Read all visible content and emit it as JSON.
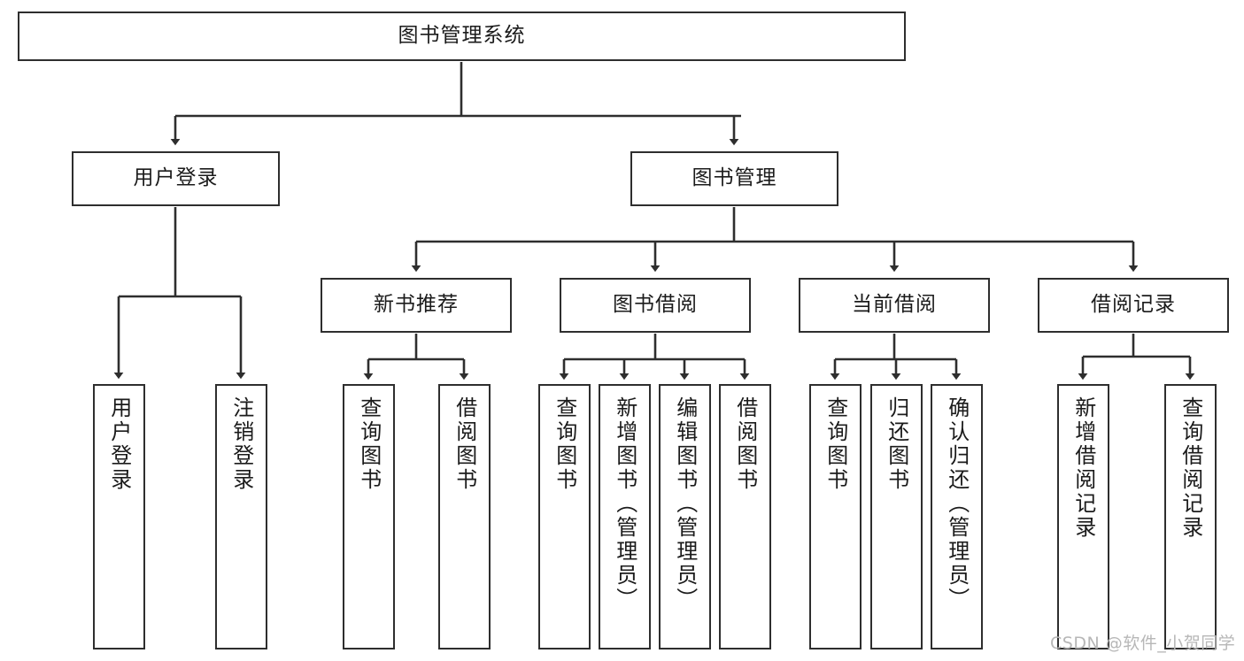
{
  "diagram": {
    "title": "图书管理系统",
    "type": "tree-hierarchy",
    "watermark": "CSDN @软件_小贺同学",
    "colors": {
      "background": "#ffffff",
      "box_border": "#2e2e2e",
      "box_fill": "#ffffff",
      "text": "#1b1b1b",
      "edge": "#2e2e2e",
      "watermark": "#b7b7b7"
    },
    "nodes": {
      "root": {
        "label": "图书管理系统",
        "level": 0,
        "orientation": "horizontal"
      },
      "l1": [
        {
          "id": "user-login",
          "label": "用户登录",
          "level": 1,
          "orientation": "horizontal"
        },
        {
          "id": "book-manage",
          "label": "图书管理",
          "level": 1,
          "orientation": "horizontal"
        }
      ],
      "l2": [
        {
          "id": "new-book-recommend",
          "label": "新书推荐",
          "level": 2,
          "orientation": "horizontal",
          "parent": "book-manage"
        },
        {
          "id": "book-borrow",
          "label": "图书借阅",
          "level": 2,
          "orientation": "horizontal",
          "parent": "book-manage"
        },
        {
          "id": "current-borrow",
          "label": "当前借阅",
          "level": 2,
          "orientation": "horizontal",
          "parent": "book-manage"
        },
        {
          "id": "borrow-record",
          "label": "借阅记录",
          "level": 2,
          "orientation": "horizontal",
          "parent": "book-manage"
        }
      ],
      "leaves": [
        {
          "id": "leaf-user-login",
          "label": "用户登录",
          "level": 2,
          "orientation": "vertical",
          "parent": "user-login"
        },
        {
          "id": "leaf-logout-login",
          "label": "注销登录",
          "level": 2,
          "orientation": "vertical",
          "parent": "user-login"
        },
        {
          "id": "leaf-query-book-1",
          "label": "查询图书",
          "level": 3,
          "orientation": "vertical",
          "parent": "new-book-recommend"
        },
        {
          "id": "leaf-borrow-book-1",
          "label": "借阅图书",
          "level": 3,
          "orientation": "vertical",
          "parent": "new-book-recommend"
        },
        {
          "id": "leaf-query-book-2",
          "label": "查询图书",
          "level": 3,
          "orientation": "vertical",
          "parent": "book-borrow"
        },
        {
          "id": "leaf-add-book",
          "label": "新增图书（管理员）",
          "level": 3,
          "orientation": "vertical",
          "parent": "book-borrow"
        },
        {
          "id": "leaf-edit-book",
          "label": "编辑图书（管理员）",
          "level": 3,
          "orientation": "vertical",
          "parent": "book-borrow"
        },
        {
          "id": "leaf-borrow-book-2",
          "label": "借阅图书",
          "level": 3,
          "orientation": "vertical",
          "parent": "book-borrow"
        },
        {
          "id": "leaf-query-book-3",
          "label": "查询图书",
          "level": 3,
          "orientation": "vertical",
          "parent": "current-borrow"
        },
        {
          "id": "leaf-return-book",
          "label": "归还图书",
          "level": 3,
          "orientation": "vertical",
          "parent": "current-borrow"
        },
        {
          "id": "leaf-confirm-return",
          "label": "确认归还（管理员）",
          "level": 3,
          "orientation": "vertical",
          "parent": "current-borrow"
        },
        {
          "id": "leaf-add-record",
          "label": "新增借阅记录",
          "level": 3,
          "orientation": "vertical",
          "parent": "borrow-record"
        },
        {
          "id": "leaf-query-record",
          "label": "查询借阅记录",
          "level": 3,
          "orientation": "vertical",
          "parent": "borrow-record"
        }
      ]
    }
  }
}
